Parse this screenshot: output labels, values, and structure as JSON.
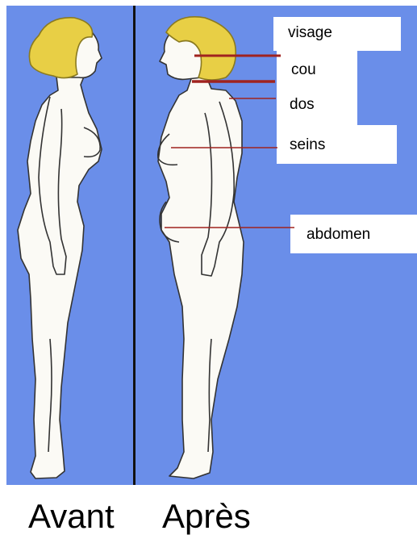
{
  "colors": {
    "background": "#6a8ee9",
    "skin": "#fbfaf5",
    "hair": "#e8cf45",
    "pointer_line": "#a0231f"
  },
  "labels": {
    "visage": "visage",
    "cou": "cou",
    "dos": "dos",
    "seins": "seins",
    "abdomen": "abdomen"
  },
  "captions": {
    "before": "Avant",
    "after": "Après"
  }
}
